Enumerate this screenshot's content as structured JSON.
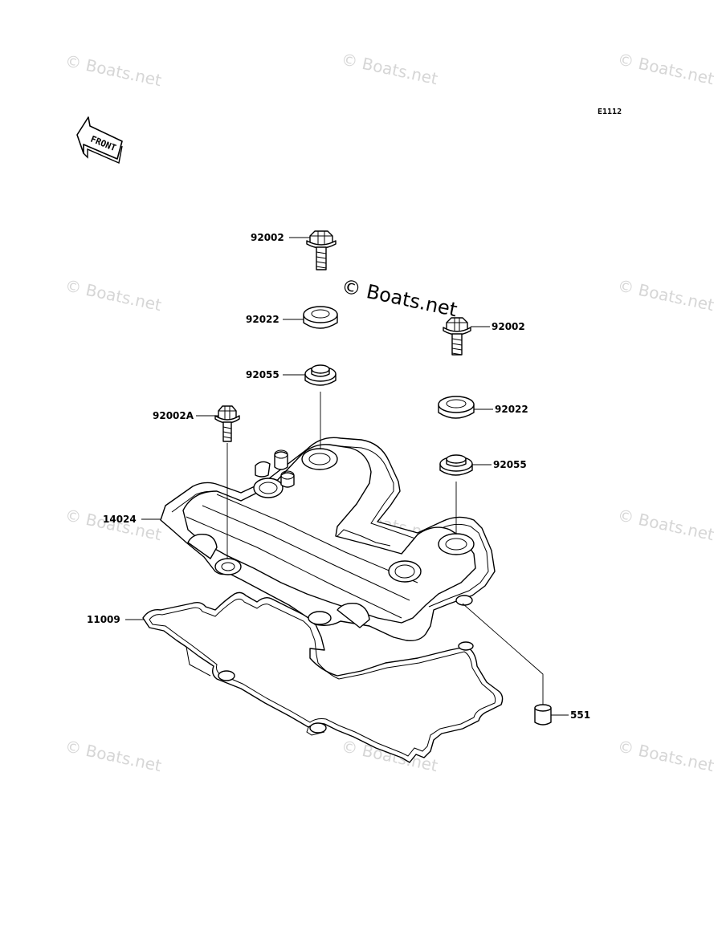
{
  "diagram": {
    "code": "E1112",
    "front_label": "FRONT",
    "watermark": "© Boats.net",
    "callouts": {
      "bolt_top_left": "92002",
      "washer_top_left": "92022",
      "grommet_top_left": "92055",
      "bolt_right": "92002",
      "washer_right": "92022",
      "grommet_right": "92055",
      "bolt_a": "92002A",
      "cylinder_head_cover": "14024",
      "gasket": "11009",
      "dowel_pin": "551"
    }
  }
}
